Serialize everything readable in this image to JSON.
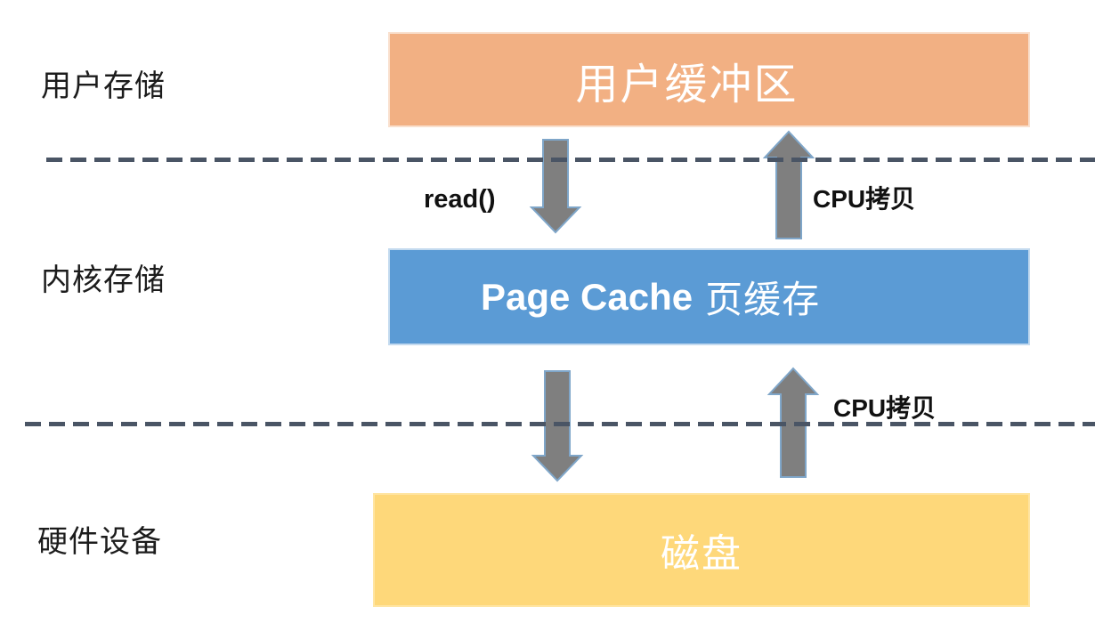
{
  "layers": [
    {
      "label": "用户存储"
    },
    {
      "label": "内核存储"
    },
    {
      "label": "硬件设备"
    }
  ],
  "boxes": {
    "user_buffer": {
      "label": "用户缓冲区",
      "color": "#F2B083"
    },
    "page_cache": {
      "label_en": "Page Cache",
      "label_zh": "页缓存",
      "color": "#5B9BD5"
    },
    "disk": {
      "label": "磁盘",
      "color": "#FED87A"
    }
  },
  "flow_labels": {
    "read": "read()",
    "cpu_copy_top": "CPU拷贝",
    "cpu_copy_bottom": "CPU拷贝"
  },
  "colors": {
    "boundary_dash": "#4A5565",
    "arrow_fill": "#7F7F7F",
    "arrow_outline": "#7FA6C9",
    "box_text": "#FFFFFF",
    "label_text": "#1C1C1C"
  }
}
